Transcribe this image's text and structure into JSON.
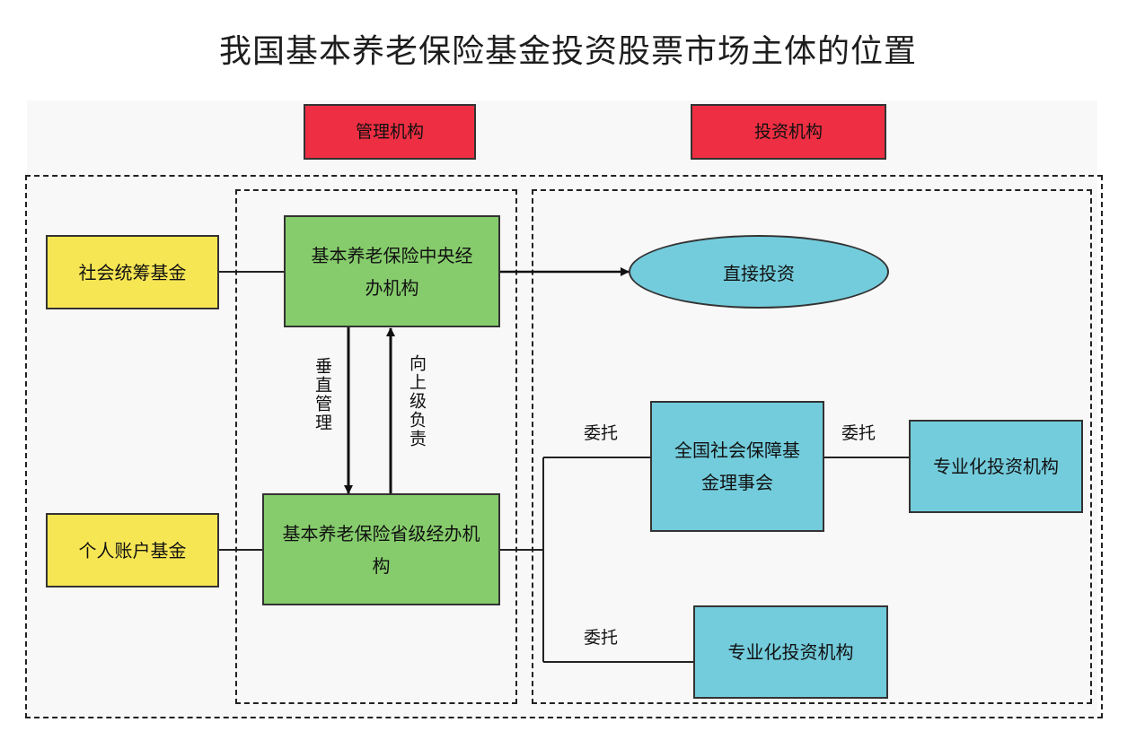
{
  "title": "我国基本养老保险基金投资股票市场主体的位置",
  "headers": {
    "management": "管理机构",
    "investment": "投资机构"
  },
  "nodes": {
    "social_pool_fund": "社会统筹基金",
    "individual_account_fund": "个人账户基金",
    "central_agency": "基本养老保险中央经办机构",
    "provincial_agency": "基本养老保险省级经办机构",
    "direct_investment": "直接投资",
    "ssf_council": "全国社会保障基金理事会",
    "pro_invest_1": "专业化投资机构",
    "pro_invest_2": "专业化投资机构"
  },
  "edge_labels": {
    "vertical_management": "垂直管理",
    "upward_responsibility": "向上级负责",
    "entrust_1": "委托",
    "entrust_2": "委托",
    "entrust_3": "委托"
  },
  "colors": {
    "header": "#ee2e42",
    "fund": "#f7e654",
    "agency": "#86cc6c",
    "investment": "#73ccdc"
  }
}
